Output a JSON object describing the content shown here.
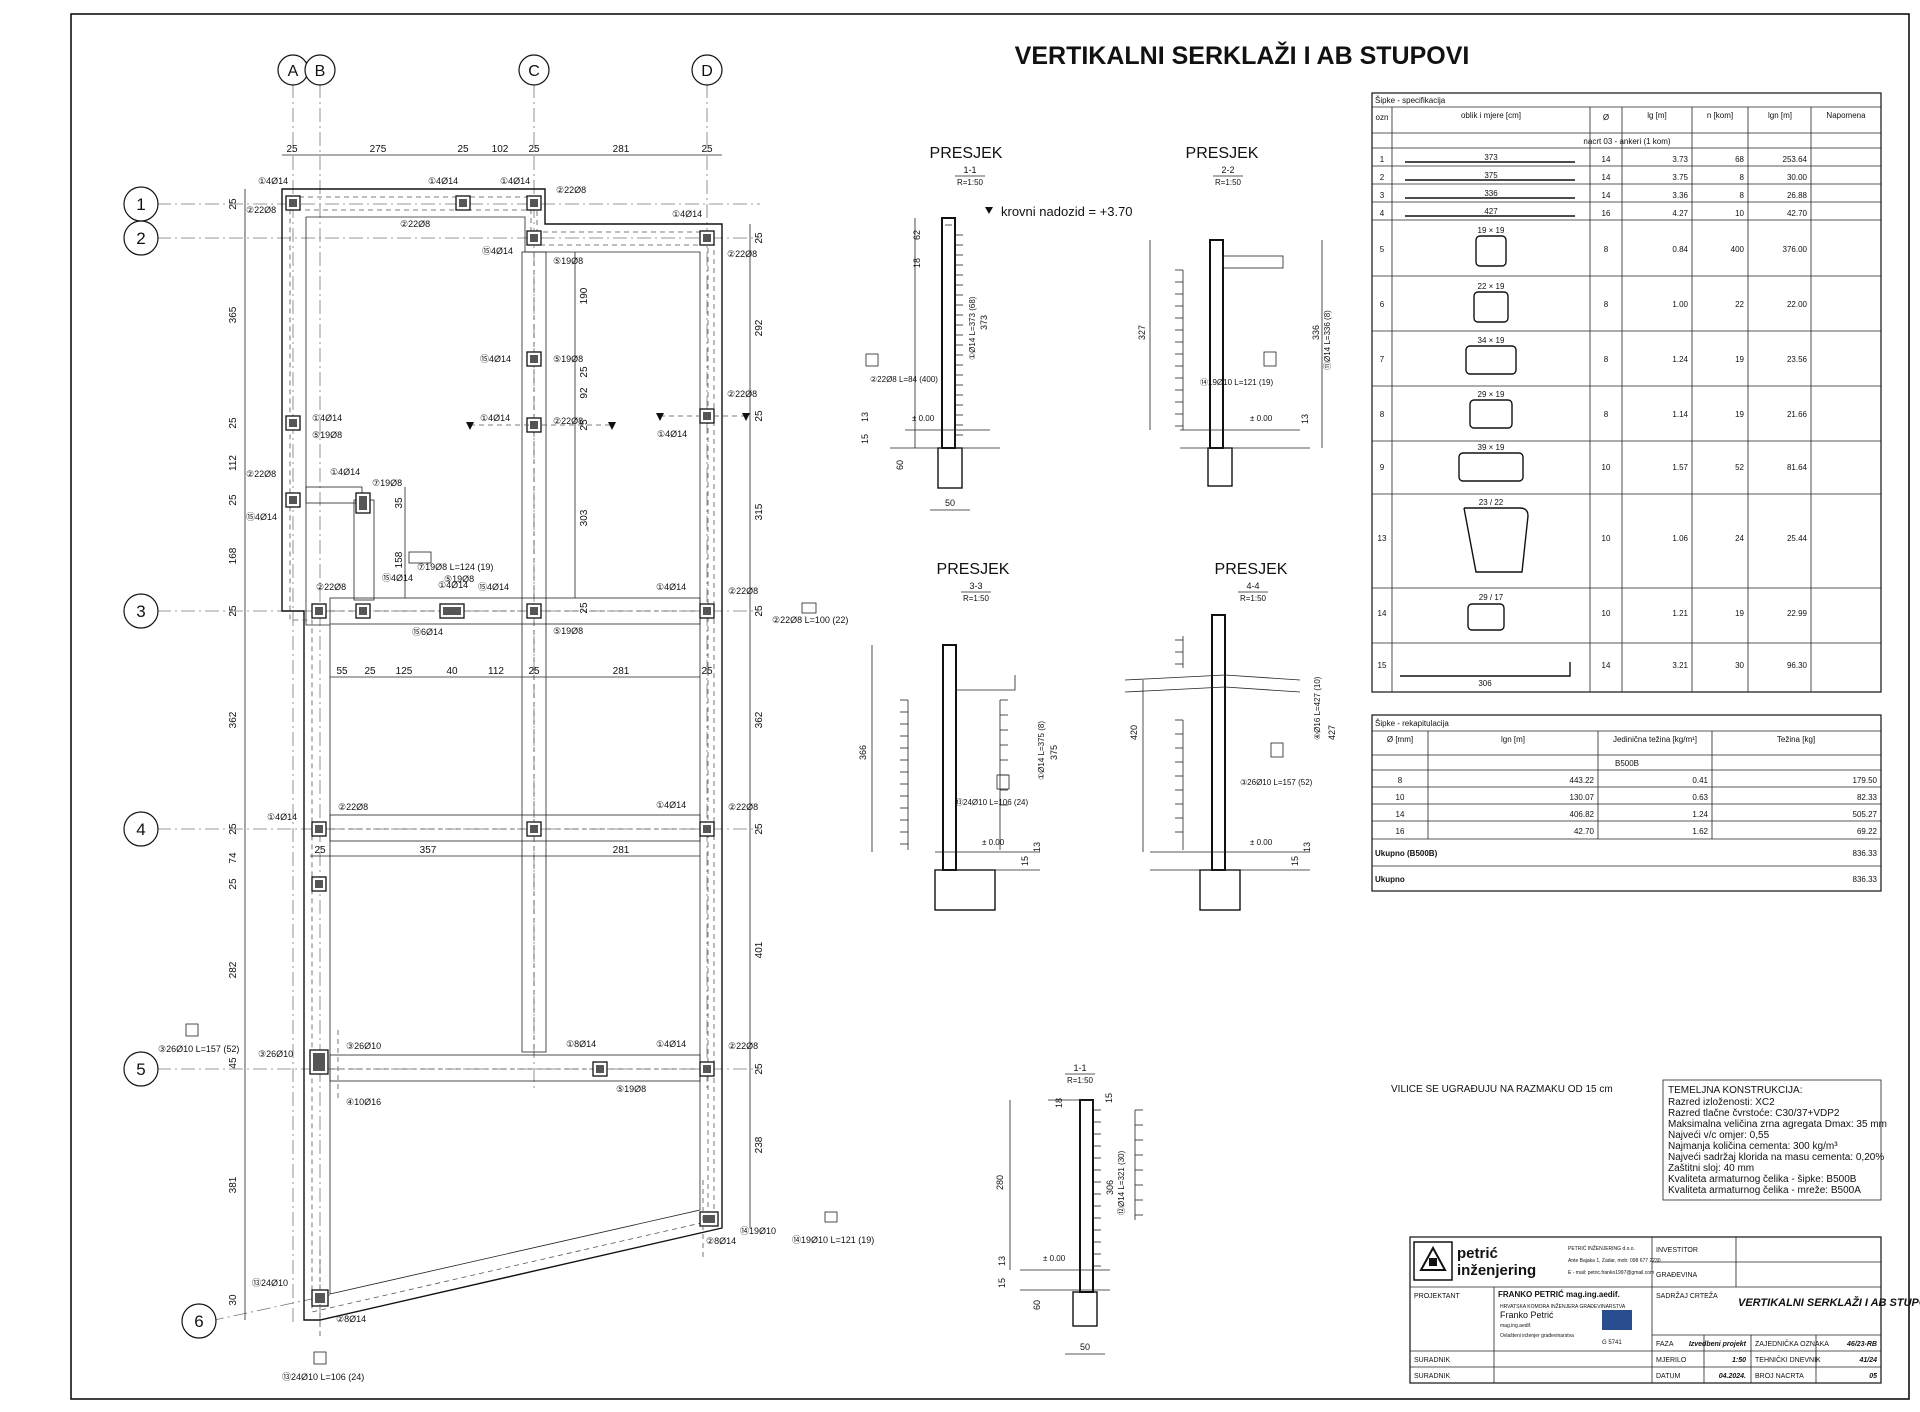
{
  "title": "VERTIKALNI SERKLAŽI I AB STUPOVI",
  "grid": {
    "letters": [
      "A",
      "B",
      "C",
      "D"
    ],
    "numbers": [
      "1",
      "2",
      "3",
      "4",
      "5",
      "6"
    ]
  },
  "plan": {
    "top_dims": [
      "25",
      "275",
      "25",
      "102",
      "25",
      "281",
      "25"
    ],
    "mid_dims": [
      "55",
      "25",
      "125",
      "40",
      "112",
      "25",
      "281",
      "25"
    ],
    "row4_dims": [
      "25",
      "357",
      "281"
    ],
    "left_dims": [
      "25",
      "365",
      "25",
      "112",
      "25",
      "168",
      "25",
      "362",
      "25",
      "74",
      "25",
      "282",
      "45",
      "381",
      "30"
    ],
    "right_dims": [
      "25",
      "292",
      "25",
      "315",
      "25",
      "362",
      "25",
      "401",
      "25",
      "238"
    ],
    "inner_dims": [
      "190",
      "25",
      "92",
      "25",
      "303",
      "25",
      "35",
      "158"
    ],
    "labels": [
      "①4Ø14",
      "②22Ø8",
      "①4Ø14",
      "②22Ø8",
      "①4Ø14",
      "②22Ø8",
      "①4Ø14",
      "②22Ø8",
      "⑮4Ø14",
      "⑤19Ø8",
      "⑮4Ø14",
      "⑤19Ø8",
      "①4Ø14",
      "②22Ø8",
      "①4Ø14",
      "②22Ø8",
      "①4Ø14",
      "⑤19Ø8",
      "①4Ø14",
      "②22Ø8",
      "⑮4Ø14",
      "⑦19Ø8",
      "⑮4Ø14",
      "①4Ø14",
      "②22Ø8",
      "⑮6Ø14",
      "⑤19Ø8",
      "①4Ø14",
      "②22Ø8",
      "⑮4Ø14",
      "⑤19Ø8",
      "①4Ø14",
      "②22Ø8",
      "①4Ø14",
      "②22Ø8",
      "③26Ø10",
      "③26Ø10",
      "④10Ø16",
      "①8Ø14",
      "⑤19Ø8",
      "①4Ø14",
      "②22Ø8",
      "⑬24Ø10",
      "②8Ø14",
      "⑭19Ø10",
      "②8Ø14"
    ],
    "callouts": [
      "⑦19Ø8 L=124 (19)",
      "②22Ø8 L=100 (22)",
      "③26Ø10 L=157 (52)",
      "⑭19Ø10 L=121 (19)",
      "⑬24Ø10 L=106 (24)"
    ]
  },
  "sections": [
    {
      "heading": "PRESJEK",
      "id": "1-1",
      "scale": "R=1:50",
      "note": "krovni nadozid = +3.70",
      "level": "± 0.00",
      "callout": "②22Ø8 L=84 (400)",
      "bar": "①Ø14 L=373 (68)",
      "dims": [
        "62",
        "18",
        "373",
        "13",
        "15",
        "60",
        "50"
      ]
    },
    {
      "heading": "PRESJEK",
      "id": "2-2",
      "scale": "R=1:50",
      "level": "± 0.00",
      "callout": "⑭19Ø10 L=121 (19)",
      "bar": "⑪Ø14 L=336 (8)",
      "dims": [
        "327",
        "13",
        "336"
      ]
    },
    {
      "heading": "PRESJEK",
      "id": "3-3",
      "scale": "R=1:50",
      "level": "± 0.00",
      "callout": "⑬24Ø10 L=106 (24)",
      "bar": "①Ø14 L=375 (8)",
      "dims": [
        "366",
        "375",
        "13",
        "15"
      ]
    },
    {
      "heading": "PRESJEK",
      "id": "4-4",
      "scale": "R=1:50",
      "level": "± 0.00",
      "callout": "③26Ø10 L=157 (52)",
      "bar": "④Ø16 L=427 (10)",
      "dims": [
        "420",
        "427",
        "13",
        "15"
      ]
    },
    {
      "heading": "",
      "id": "1-1",
      "scale": "R=1:50",
      "level": "± 0.00",
      "bar": "⑫Ø14 L=321 (30)",
      "dims": [
        "18",
        "15",
        "280",
        "306",
        "13",
        "15",
        "60",
        "50"
      ]
    }
  ],
  "spec_table": {
    "title": "Šipke - specifikacija",
    "headers": [
      "ozn",
      "oblik i mjere\n[cm]",
      "Ø",
      "lg\n[m]",
      "n\n[kom]",
      "lgn\n[m]",
      "Napomena"
    ],
    "group": "nacrt 03 - ankeri (1 kom)",
    "rows": [
      {
        "ozn": "1",
        "shape": "373",
        "d": "14",
        "lg": "3.73",
        "n": "68",
        "lgn": "253.64"
      },
      {
        "ozn": "2",
        "shape": "375",
        "d": "14",
        "lg": "3.75",
        "n": "8",
        "lgn": "30.00"
      },
      {
        "ozn": "3",
        "shape": "336",
        "d": "14",
        "lg": "3.36",
        "n": "8",
        "lgn": "26.88"
      },
      {
        "ozn": "4",
        "shape": "427",
        "d": "16",
        "lg": "4.27",
        "n": "10",
        "lgn": "42.70"
      },
      {
        "ozn": "5",
        "shape": "19 × 19",
        "d": "8",
        "lg": "0.84",
        "n": "400",
        "lgn": "376.00"
      },
      {
        "ozn": "6",
        "shape": "22 × 19",
        "d": "8",
        "lg": "1.00",
        "n": "22",
        "lgn": "22.00"
      },
      {
        "ozn": "7",
        "shape": "34 × 19",
        "d": "8",
        "lg": "1.24",
        "n": "19",
        "lgn": "23.56"
      },
      {
        "ozn": "8",
        "shape": "29 × 19",
        "d": "8",
        "lg": "1.14",
        "n": "19",
        "lgn": "21.66"
      },
      {
        "ozn": "9",
        "shape": "39 × 19",
        "d": "10",
        "lg": "1.57",
        "n": "52",
        "lgn": "81.64"
      },
      {
        "ozn": "13",
        "shape": "23 / 22",
        "d": "10",
        "lg": "1.06",
        "n": "24",
        "lgn": "25.44"
      },
      {
        "ozn": "14",
        "shape": "29 / 17",
        "d": "10",
        "lg": "1.21",
        "n": "19",
        "lgn": "22.99"
      },
      {
        "ozn": "15",
        "shape": "306",
        "d": "14",
        "lg": "3.21",
        "n": "30",
        "lgn": "96.30"
      }
    ]
  },
  "recap_table": {
    "title": "Šipke - rekapitulacija",
    "headers": [
      "Ø\n[mm]",
      "lgn\n[m]",
      "Jedinična težina\n[kg/m¹]",
      "Težina\n[kg]"
    ],
    "group": "B500B",
    "rows": [
      [
        "8",
        "443.22",
        "0.41",
        "179.50"
      ],
      [
        "10",
        "130.07",
        "0.63",
        "82.33"
      ],
      [
        "14",
        "406.82",
        "1.24",
        "505.27"
      ],
      [
        "16",
        "42.70",
        "1.62",
        "69.22"
      ]
    ],
    "subtotal_label": "Ukupno (B500B)",
    "subtotal": "836.33",
    "total_label": "Ukupno",
    "total": "836.33"
  },
  "note_stirrups": "VILICE SE UGRAĐUJU NA RAZMAKU OD 15 cm",
  "foundation": {
    "title": "TEMELJNA KONSTRUKCIJA:",
    "lines": [
      "Razred izloženosti: XC2",
      "Razred tlačne čvrstoće: C30/37+VDP2",
      "Maksimalna veličina zrna agregata Dmax: 35 mm",
      "Najveći v/c omjer: 0,55",
      "Najmanja količina cementa: 300 kg/m³",
      "Najveći sadržaj klorida na masu cementa: 0,20%",
      "Zaštitni sloj: 40 mm",
      "Kvaliteta armaturnog čelika - šipke: B500B",
      "Kvaliteta armaturnog čelika - mreže: B500A"
    ]
  },
  "title_block": {
    "company_line1": "petrić",
    "company_line2": "inženjering",
    "company_info": [
      "PETRIĆ INŽENJERING d.o.o.",
      "Ante Bajaka 1, Zadar, mob: 098 677 2230",
      "E - mail: petric.franko1997@gmail.com"
    ],
    "investor_label": "INVESTITOR",
    "building_label": "GRAĐEVINA",
    "designer_label": "PROJEKTANT",
    "designer_name": "FRANKO PETRIĆ mag.ing.aedif.",
    "stamp_lines": [
      "HRVATSKA KOMORA INŽENJERA GRAĐEVINARSTVA",
      "Franko Petrić",
      "mag.ing.aedif.",
      "Ovlašteni inženjer građevinarstva",
      "G 5741"
    ],
    "content_label": "SADRŽAJ CRTEŽA",
    "content": "VERTIKALNI SERKLAŽI I AB STUPOVI",
    "collab_label": "SURADNIK",
    "rows": [
      {
        "label": "FAZA",
        "value": "Izvedbeni projekt",
        "label2": "ZAJEDNIČKA OZNAKA",
        "value2": "46/23-RB"
      },
      {
        "label": "MJERILO",
        "value": "1:50",
        "label2": "TEHNIČKI DNEVNIK",
        "value2": "41/24"
      },
      {
        "label": "DATUM",
        "value": "04.2024.",
        "label2": "BROJ NACRTA",
        "value2": "05"
      }
    ]
  }
}
